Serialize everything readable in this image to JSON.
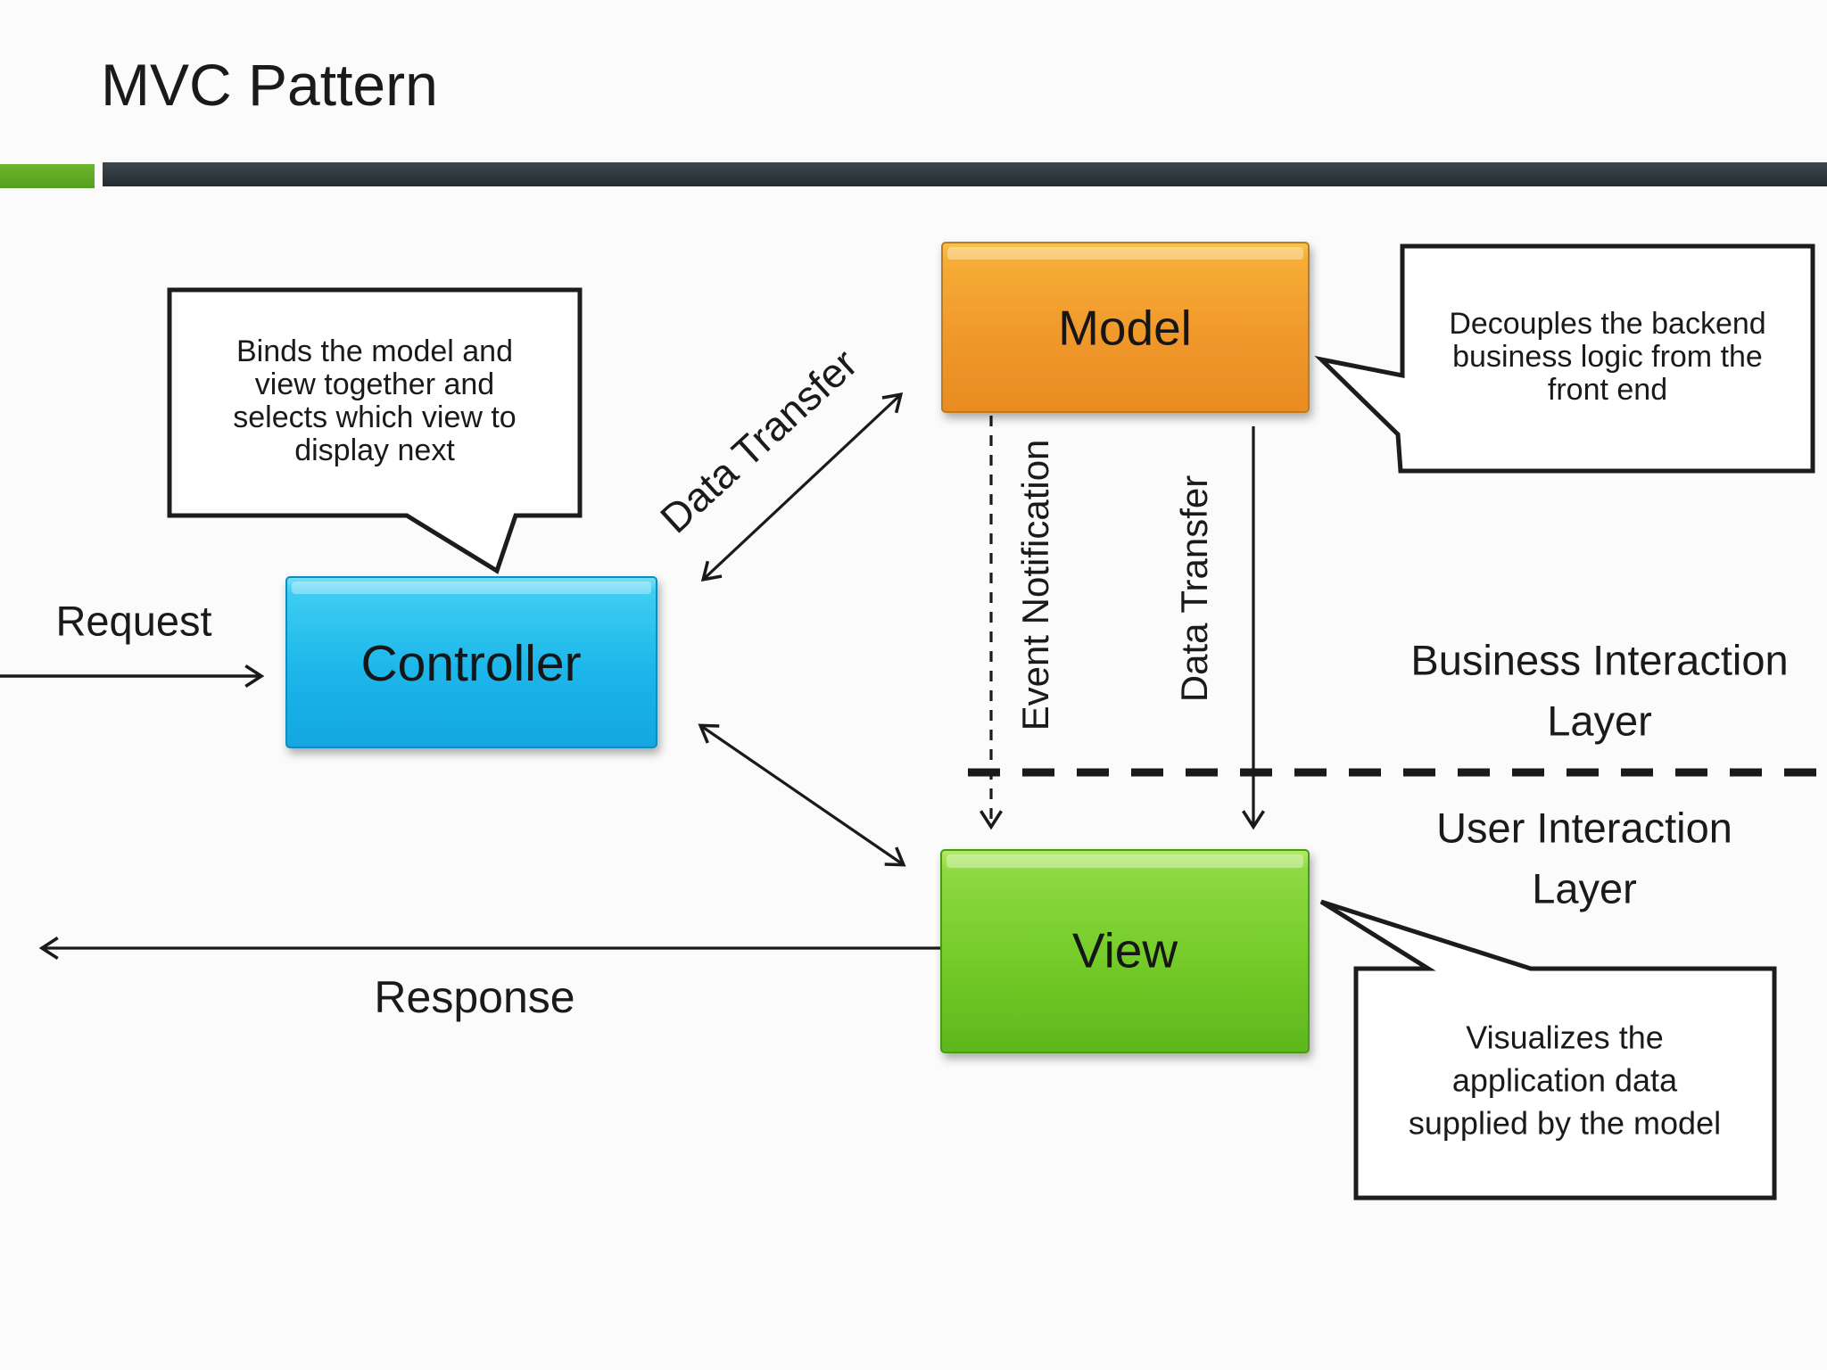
{
  "slide": {
    "title": "MVC Pattern",
    "title_color": "#41464a",
    "accent_green": "#63ae28",
    "bar_dark": "#2c373d",
    "background": "#fbfbfb"
  },
  "boxes": {
    "model": {
      "label": "Model",
      "color": "#f0982b"
    },
    "controller": {
      "label": "Controller",
      "color": "#1cb6ea"
    },
    "view": {
      "label": "View",
      "color": "#74cb28"
    }
  },
  "callouts": {
    "controller_note": {
      "lines": [
        "Binds the model and",
        "view together and",
        "selects which view to",
        "display next"
      ]
    },
    "model_note": {
      "lines": [
        "Decouples the backend",
        "business logic from the",
        "front end"
      ]
    },
    "view_note": {
      "lines": [
        "Visualizes the",
        "application data",
        "supplied by the model"
      ]
    }
  },
  "flows": {
    "request": "Request",
    "response": "Response",
    "data_transfer_controller_model": "Data Transfer",
    "event_notification": "Event Notification",
    "data_transfer_model_view": "Data Transfer"
  },
  "layers": {
    "business": {
      "line1": "Business Interaction",
      "line2": "Layer"
    },
    "user": {
      "line1": "User Interaction",
      "line2": "Layer"
    }
  }
}
